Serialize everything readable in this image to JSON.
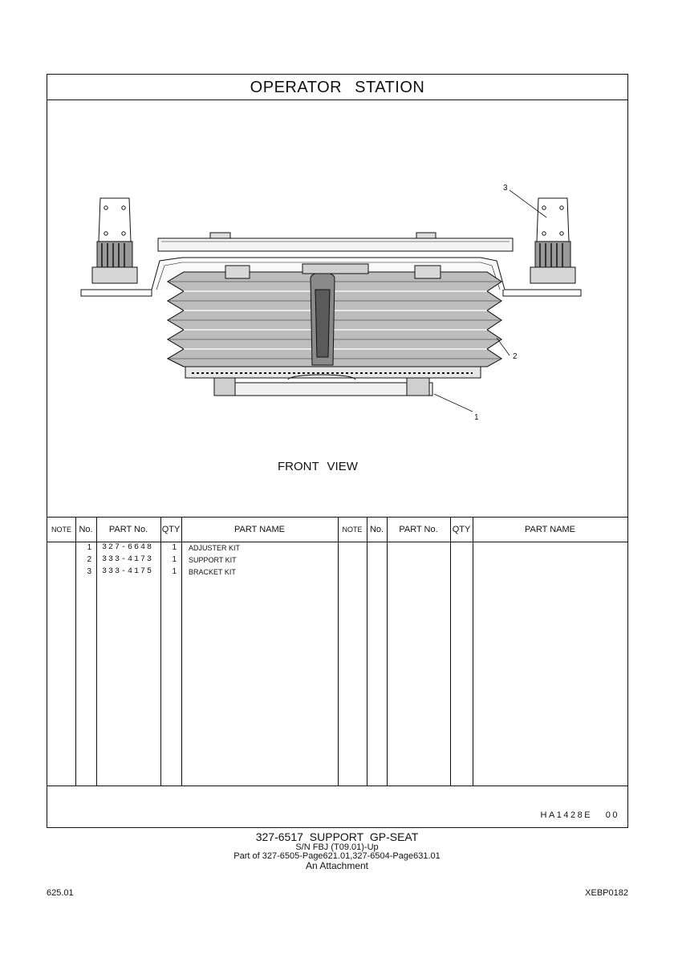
{
  "title": "OPERATOR STATION",
  "view_label": "FRONT VIEW",
  "callouts": [
    "1",
    "2",
    "3"
  ],
  "table": {
    "headers": {
      "note": "NOTE",
      "no": "No.",
      "part_no": "PART No.",
      "qty": "QTY",
      "part_name": "PART NAME"
    },
    "rows": [
      {
        "no": "1",
        "part_no": "327-6648",
        "qty": "1",
        "part_name": "ADJUSTER KIT"
      },
      {
        "no": "2",
        "part_no": "333-4173",
        "qty": "1",
        "part_name": "SUPPORT KIT"
      },
      {
        "no": "3",
        "part_no": "333-4175",
        "qty": "1",
        "part_name": "BRACKET KIT"
      }
    ]
  },
  "drawing_ref": "HA1428E   00",
  "footer": {
    "line1": "327-6517  SUPPORT GP-SEAT",
    "line2": "S/N FBJ (T09.01)-Up",
    "line3": "Part of 327-6505-Page621.01,327-6504-Page631.01",
    "line4": "An Attachment"
  },
  "page_number": "625.01",
  "doc_code": "XEBP0182"
}
